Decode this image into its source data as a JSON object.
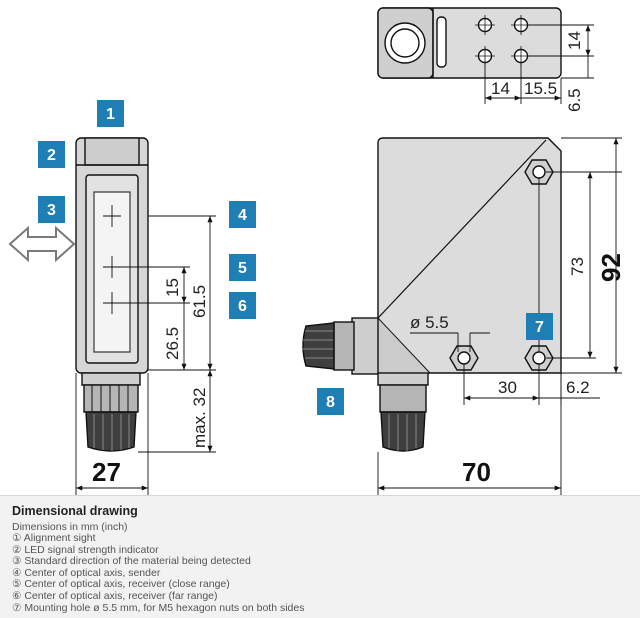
{
  "drawing": {
    "dims": {
      "top_14_v": "14",
      "top_14_h": "14",
      "top_15_5": "15.5",
      "top_6_5": "6.5",
      "side_15": "15",
      "side_61_5": "61.5",
      "side_26_5": "26.5",
      "side_max32": "max. 32",
      "side_27": "27",
      "front_73": "73",
      "front_92": "92",
      "front_d55": "ø 5.5",
      "front_30": "30",
      "front_6_2": "6.2",
      "front_70": "70"
    },
    "badges": [
      "1",
      "2",
      "3",
      "4",
      "5",
      "6",
      "7",
      "8"
    ],
    "colors": {
      "badge": "#1f7fb4",
      "housing": "#dcdcdc",
      "line": "#111111",
      "arrow": "#8a8a8a"
    }
  },
  "caption": {
    "title": "Dimensional drawing",
    "subtitle": "Dimensions in mm (inch)",
    "items": [
      "① Alignment sight",
      "② LED signal strength indicator",
      "③ Standard direction of the material being detected",
      "④ Center of optical axis, sender",
      "⑤ Center of optical axis, receiver (close range)",
      "⑥ Center of optical axis, receiver (far range)",
      "⑦ Mounting hole ø 5.5 mm, for M5 hexagon nuts on both sides"
    ]
  }
}
